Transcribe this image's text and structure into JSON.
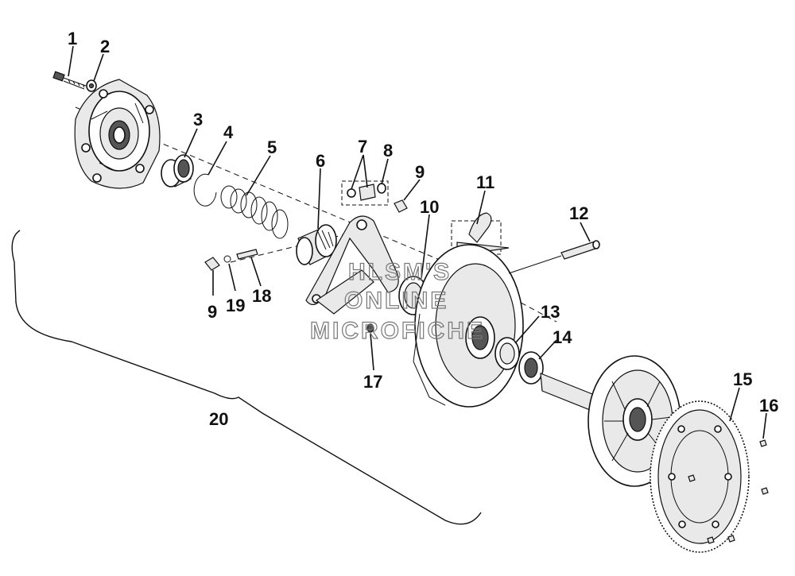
{
  "diagram": {
    "watermark": [
      "HLSM'S",
      "ONLINE",
      "MICROFICHE"
    ],
    "callouts": [
      "1",
      "2",
      "3",
      "4",
      "5",
      "6",
      "7",
      "8",
      "9",
      "10",
      "11",
      "12",
      "9",
      "19",
      "18",
      "13",
      "14",
      "17",
      "15",
      "16",
      "20"
    ]
  }
}
